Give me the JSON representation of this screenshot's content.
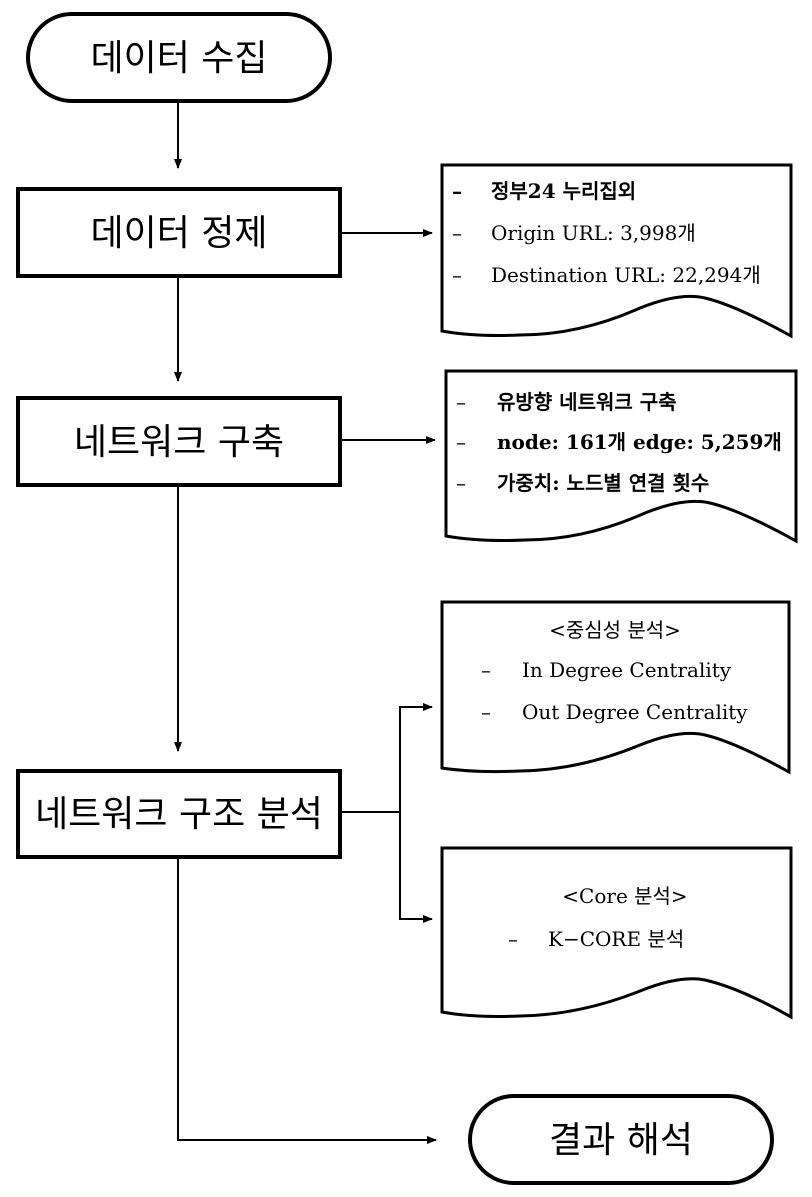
{
  "flowchart": {
    "start": {
      "label": "데이터 수집"
    },
    "steps": [
      {
        "label": "데이터 정제",
        "note": {
          "items": [
            {
              "bullet": "–",
              "text": "정부24 누리집외"
            },
            {
              "bullet": "–",
              "text": "Origin URL: 3,998개"
            },
            {
              "bullet": "–",
              "text": "Destination URL: 22,294개"
            }
          ]
        }
      },
      {
        "label": "네트워크 구축",
        "note": {
          "items": [
            {
              "bullet": "–",
              "text": "유방향 네트워크 구축"
            },
            {
              "bullet": "–",
              "text": "node: 161개 edge: 5,259개"
            },
            {
              "bullet": "–",
              "text": "가중치: 노드별 연결 횟수"
            }
          ]
        }
      },
      {
        "label": "네트워크 구조 분석",
        "notes": [
          {
            "heading": "<중심성 분석>",
            "items": [
              {
                "bullet": "–",
                "text": "In Degree Centrality"
              },
              {
                "bullet": "–",
                "text": "Out Degree Centrality"
              }
            ]
          },
          {
            "heading": "<Core 분석>",
            "items": [
              {
                "bullet": "–",
                "text": "K−CORE 분석"
              }
            ]
          }
        ]
      }
    ],
    "end": {
      "label": "결과 해석"
    }
  }
}
